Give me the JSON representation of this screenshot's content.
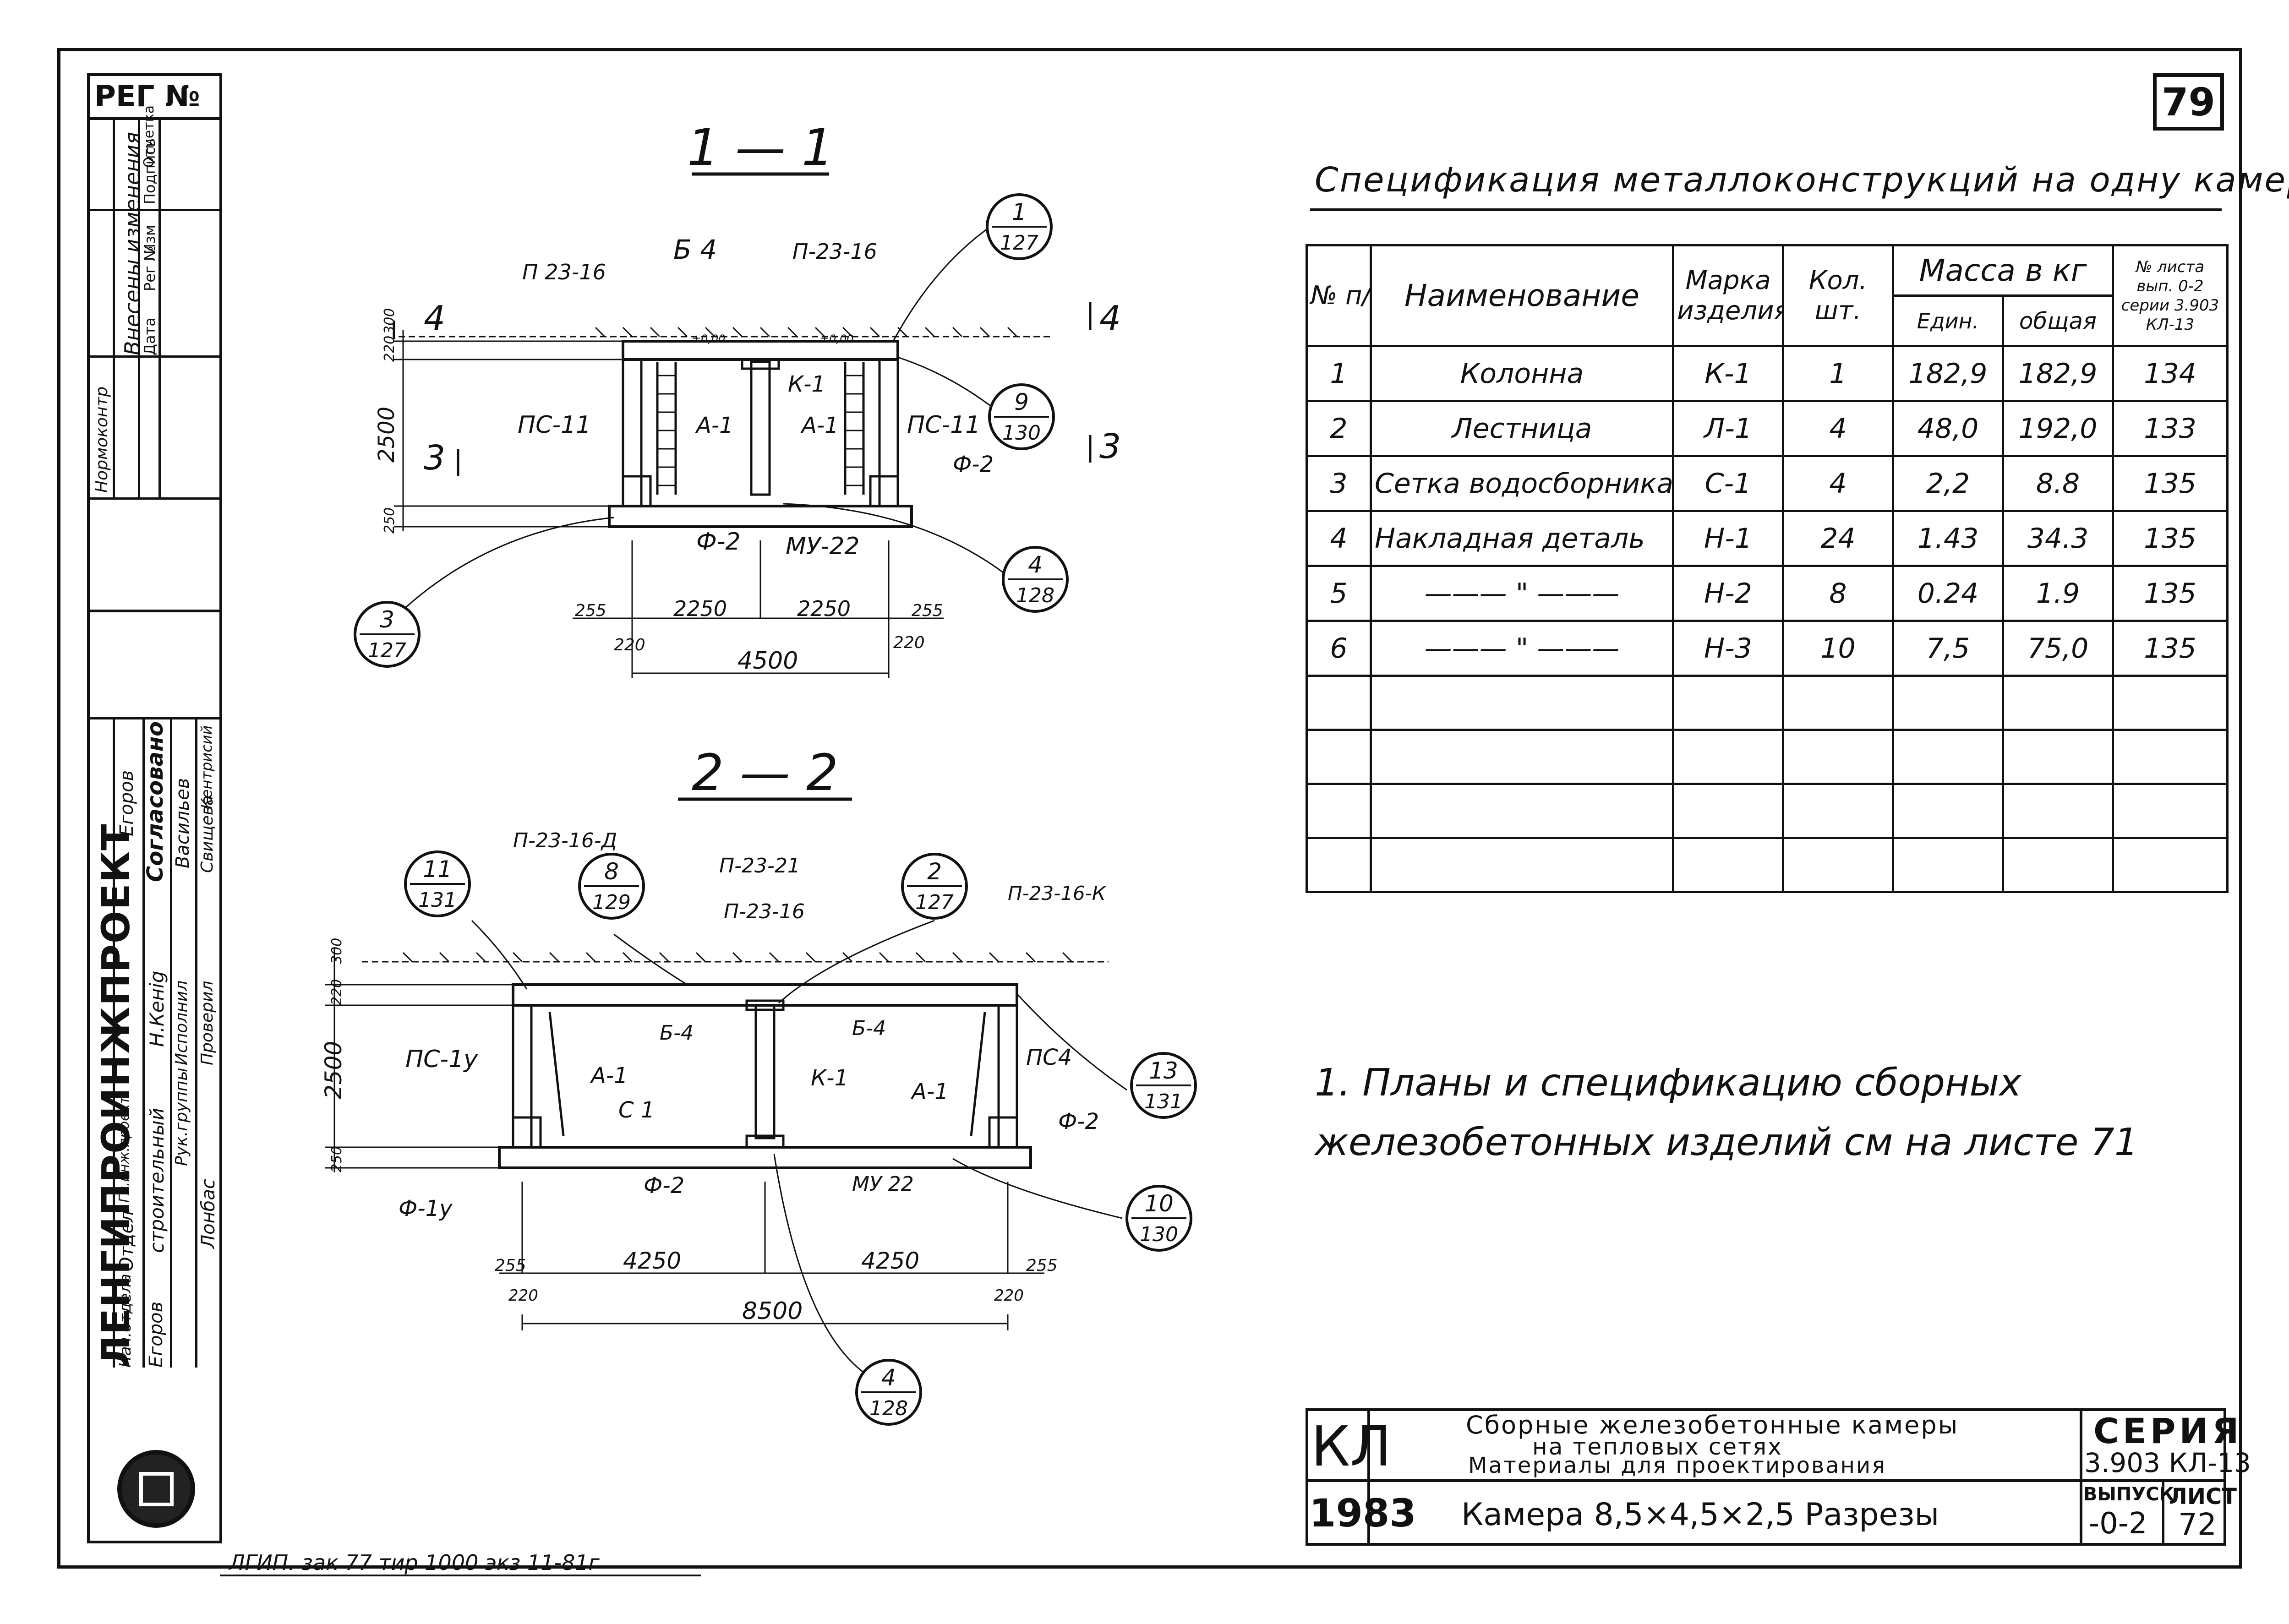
{
  "sheet_number": "79",
  "side_stamp": {
    "reg": "РЕГ №",
    "changes_header": "Внесены изменения",
    "changes_cols": [
      "Дата",
      "Рег №",
      "Изм",
      "Подпись",
      "Отметка"
    ],
    "changes_note": "Нормоконтр",
    "agreed": "Согласовано",
    "org": "ЛЕНГИПРОИНЖПРОЕКТ",
    "roles": [
      "Нач.отдела",
      "Отдел",
      "Гл.инж.проект",
      "Рук.группы",
      "Исполнил",
      "Проверил"
    ],
    "names": [
      "Егоров",
      "строительный",
      "Лонбас",
      "Н.Кенig",
      "Васильев",
      "Свищева",
      "Кентрисий",
      "Егоров"
    ]
  },
  "sections": {
    "s1": {
      "title": "1 — 1",
      "labels": [
        "П 23-16",
        "Б 4",
        "П-23-16",
        "ПС-11",
        "А-1",
        "К-1",
        "А-1",
        "ПС-11",
        "Ф-2",
        "Ф-2",
        "МУ-22"
      ],
      "cut_marks": [
        "4",
        "4",
        "3",
        "3"
      ],
      "dims_h": [
        "255",
        "2250",
        "2250",
        "255",
        "220",
        "220",
        "4500"
      ],
      "dims_v": [
        "220",
        "300",
        "2500",
        "250"
      ],
      "callouts": [
        {
          "num": "1",
          "sheet": "127"
        },
        {
          "num": "9",
          "sheet": "130"
        },
        {
          "num": "4",
          "sheet": "128"
        },
        {
          "num": "3",
          "sheet": "127"
        }
      ],
      "levels": [
        "±0,00",
        "±0,00"
      ]
    },
    "s2": {
      "title": "2 — 2",
      "labels": [
        "П-23-16-Д",
        "П-23-21",
        "П-23-16",
        "П-23-16-К",
        "Б-4",
        "Б-4",
        "ПС-1у",
        "А-1",
        "С 1",
        "К-1",
        "А-1",
        "ПС4",
        "Ф-2",
        "Ф-2",
        "Ф-1у",
        "МУ 22"
      ],
      "dims_h": [
        "255",
        "4250",
        "4250",
        "255",
        "220",
        "220",
        "8500"
      ],
      "dims_v": [
        "220",
        "300",
        "2500",
        "250"
      ],
      "callouts": [
        {
          "num": "11",
          "sheet": "131"
        },
        {
          "num": "8",
          "sheet": "129"
        },
        {
          "num": "2",
          "sheet": "127"
        },
        {
          "num": "13",
          "sheet": "131"
        },
        {
          "num": "10",
          "sheet": "130"
        },
        {
          "num": "4",
          "sheet": "128"
        }
      ]
    }
  },
  "spec": {
    "title": "Спецификация металлоконструкций на одну камеру",
    "headers": {
      "no": "№ п/п",
      "name": "Наименование",
      "mark": "Марка изделия",
      "qty": "Кол. шт.",
      "mass": "Масса в кг",
      "mass_unit": "Един.",
      "mass_total": "общая",
      "sheet": "№ листа вып. 0-2 серии 3.903 КЛ-13"
    },
    "rows": [
      {
        "no": "1",
        "name": "Колонна",
        "mark": "К-1",
        "qty": "1",
        "unit": "182,9",
        "total": "182,9",
        "sheet": "134"
      },
      {
        "no": "2",
        "name": "Лестница",
        "mark": "Л-1",
        "qty": "4",
        "unit": "48,0",
        "total": "192,0",
        "sheet": "133"
      },
      {
        "no": "3",
        "name": "Сетка водосборника",
        "mark": "С-1",
        "qty": "4",
        "unit": "2,2",
        "total": "8.8",
        "sheet": "135"
      },
      {
        "no": "4",
        "name": "Накладная деталь",
        "mark": "Н-1",
        "qty": "24",
        "unit": "1.43",
        "total": "34.3",
        "sheet": "135"
      },
      {
        "no": "5",
        "name": "——— \" ———",
        "mark": "Н-2",
        "qty": "8",
        "unit": "0.24",
        "total": "1.9",
        "sheet": "135"
      },
      {
        "no": "6",
        "name": "——— \" ———",
        "mark": "Н-3",
        "qty": "10",
        "unit": "7,5",
        "total": "75,0",
        "sheet": "135"
      }
    ]
  },
  "note": "1. Планы и спецификацию сборных железобетонных изделий см на листе 71",
  "title_block": {
    "code": "КЛ",
    "year": "1983",
    "line1": "Сборные железобетонные камеры",
    "line2": "на тепловых сетях",
    "line3": "Материалы для проектирования",
    "sheet_name": "Камера 8,5×4,5×2,5   Разрезы",
    "series_label": "СЕРИЯ",
    "series_value": "3.903 КЛ-13",
    "issue_label": "ВЫПУСК",
    "issue_value": "-0-2",
    "sheet_label": "ЛИСТ",
    "sheet_value": "72"
  },
  "print_footer": "ЛГИП. зак 77 тир 1000 экз 11-81г"
}
